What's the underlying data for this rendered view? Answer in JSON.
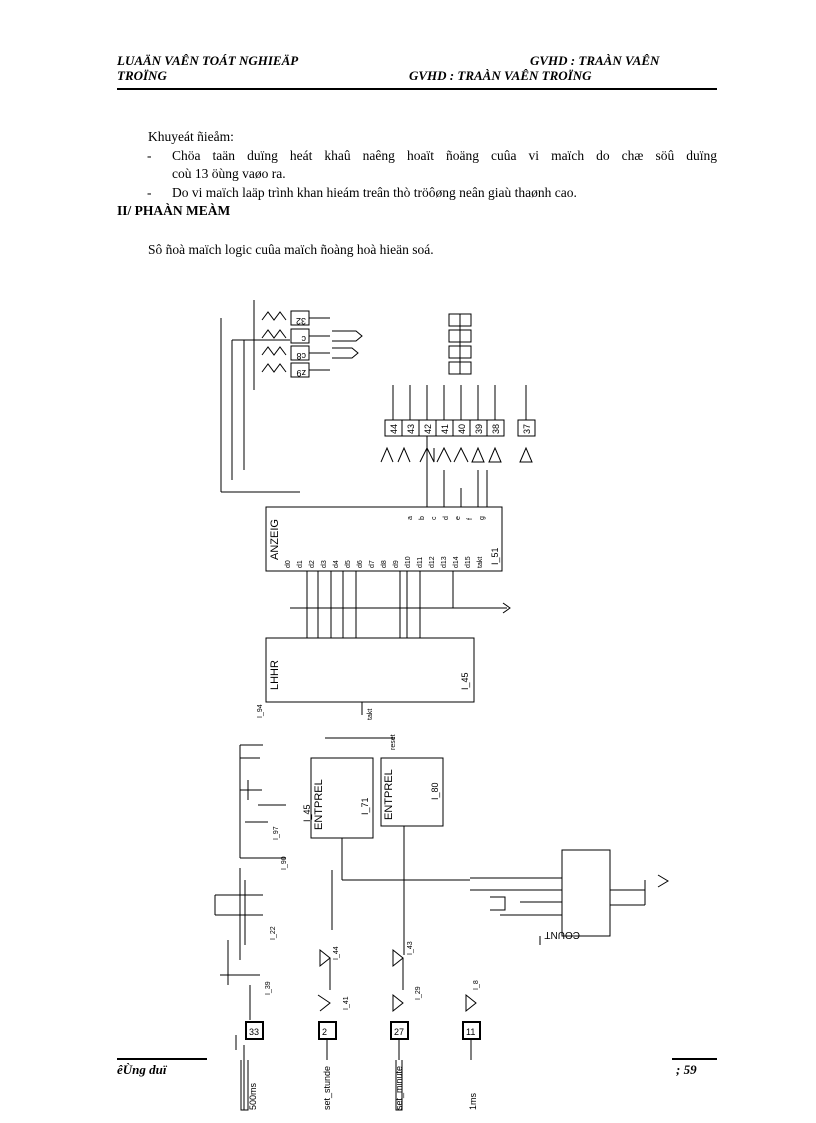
{
  "header": {
    "left_line1": "LUAÄN VAÊN TOÁT NGHIEÄP",
    "left_line2": "TROÏNG",
    "right_line1": "GVHD : TRAÀN VAÊN",
    "right_line2": "GVHD : TRAÀN VAÊN TROÏNG"
  },
  "body": {
    "drawbacks_title": "Khuyeát ñieåm:",
    "bullet1_line1": "Chöa taän duïng heát khaû naêng hoaït ñoäng cuûa vi maïch do chæ söû duïng",
    "bullet1_line2": "coù 13 öùng vaøo ra.",
    "bullet2": "Do vi maïch laäp trình khan hieám treân thò tröôøng neân giaù thaønh cao.",
    "section_title": "II/ PHAÀN MEÀM",
    "intro": "Sô ñoà maïch logic cuûa maïch ñoàng hoà hieän soá."
  },
  "footer": {
    "left": "êÙng duï",
    "page": "; 59"
  },
  "diagram": {
    "blocks": {
      "anzeig": "ANZEIG",
      "anzeig_id": "I_51",
      "lhhr": "LHHR",
      "lhhr_id": "I_45",
      "entprel_left": "ENTPREL",
      "entprel_left_id": "I_45",
      "entprel_left_inst": "I_71",
      "entprel_right": "ENTPREL",
      "entprel_right_id": "I_80",
      "count": "COUNT"
    },
    "pins_top": [
      "44",
      "43",
      "42",
      "41",
      "40",
      "39",
      "38",
      "37"
    ],
    "pins_left": [
      "32",
      "c",
      "c8",
      "z9"
    ],
    "pins_bottom": [
      "33",
      "2",
      "27",
      "11"
    ],
    "bottom_labels": [
      "500ms",
      "set_stunde",
      "set_minute",
      "1ms"
    ],
    "anzeig_in_pins": [
      "d0",
      "d1",
      "d2",
      "d3",
      "d4",
      "d5",
      "d6",
      "d7",
      "d8",
      "d9",
      "d10",
      "d11",
      "d12",
      "d13",
      "d14",
      "d15",
      "takt"
    ],
    "anzeig_out_pins": [
      "a",
      "b",
      "c",
      "d",
      "e",
      "f",
      "g"
    ],
    "net_labels": [
      "takt",
      "reset",
      "I_94",
      "I_97",
      "I_90",
      "I_44",
      "I_43",
      "I_41",
      "I_39",
      "I_22",
      "I_29",
      "I_8"
    ]
  }
}
